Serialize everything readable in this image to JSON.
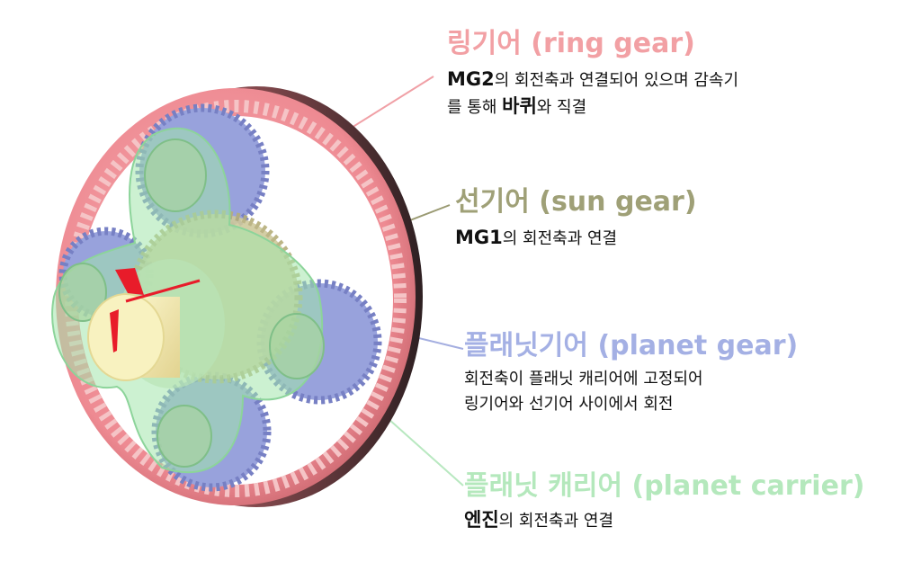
{
  "colors": {
    "ring": "#f08e94",
    "ring_title": "#f2a0a4",
    "sun": "#f0e6a8",
    "sun_title": "#9fa077",
    "planet": "#98a2dc",
    "planet_title": "#a4b0e4",
    "carrier": "#a2e6ac",
    "carrier_title": "#b4e8bc",
    "marker": "#e81c2a"
  },
  "ring_gear": {
    "title": "링기어 (ring gear)",
    "line1_bold": "MG2",
    "line1_rest": "의 회전축과 연결되어 있으며 감속기",
    "line2_pre": "를 통해 ",
    "line2_bold": "바퀴",
    "line2_post": "와 직결"
  },
  "sun_gear": {
    "title": "선기어 (sun gear)",
    "line1_bold": "MG1",
    "line1_rest": "의 회전축과 연결"
  },
  "planet_gear": {
    "title": "플래닛기어 (planet gear)",
    "line1": "회전축이 플래닛 캐리어에 고정되어",
    "line2": "링기어와 선기어 사이에서 회전"
  },
  "planet_carrier": {
    "title": "플래닛 캐리어 (planet carrier)",
    "line1_bold": "엔진",
    "line1_rest": "의 회전축과 연결"
  }
}
